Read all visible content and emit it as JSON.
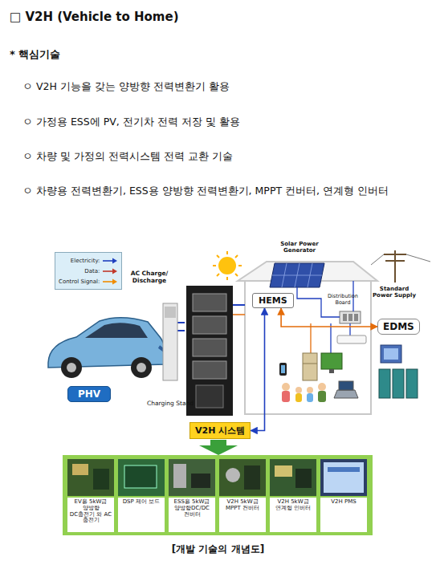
{
  "diagram": {
    "title": "□ V2H (Vehicle to Home)",
    "caption": "[개발 기술의 개념도]",
    "nodes": [
      {
        "text": [
          "PHV"
        ]
      },
      {
        "text": [
          "V2H 시스템"
        ]
      },
      {
        "text": [
          "HEMS"
        ]
      },
      {
        "text": [
          "EDMS"
        ]
      },
      {
        "text": [
          "EV용 5kW급 양방향 DC충전기 와 AC 충전기"
        ]
      },
      {
        "text": [
          "DSP 제어 보드"
        ]
      },
      {
        "text": [
          "ESS용 5kW급 양방향DC/DC 컨버터"
        ]
      },
      {
        "text": [
          "V2H 5kW급 MPPT 컨버터"
        ]
      },
      {
        "text": [
          "V2H 5kW급 연계형 인버터"
        ]
      },
      {
        "text": [
          "V2H PMS"
        ]
      }
    ],
    "edges": [
      {
        "from": 1,
        "to": 2,
        "arrow": "both"
      },
      {
        "from": 3,
        "to": 2,
        "arrow": "both"
      }
    ],
    "labels": [
      "* 핵심기술",
      "ㅇ V2H 기능을 갖는 양방향 전력변환기 활용",
      "ㅇ 가정용 ESS에 PV, 전기차 전력 저장 및 활용",
      "ㅇ 차량 및 가정의 전력시스템 전력 교환 기술",
      "ㅇ 차량용 전력변환기, ESS용 양방향 전력변환기, MPPT 컨버터, 연계형 인버터",
      "AC Charge/ Discharge",
      "Charging Stand",
      "Solar Power Generator",
      "Distribution Board",
      "Standard Power Supply"
    ],
    "legend": [
      {
        "text": "Electricity:"
      },
      {
        "text": "Data:"
      },
      {
        "text": "Control Signal:"
      }
    ]
  }
}
